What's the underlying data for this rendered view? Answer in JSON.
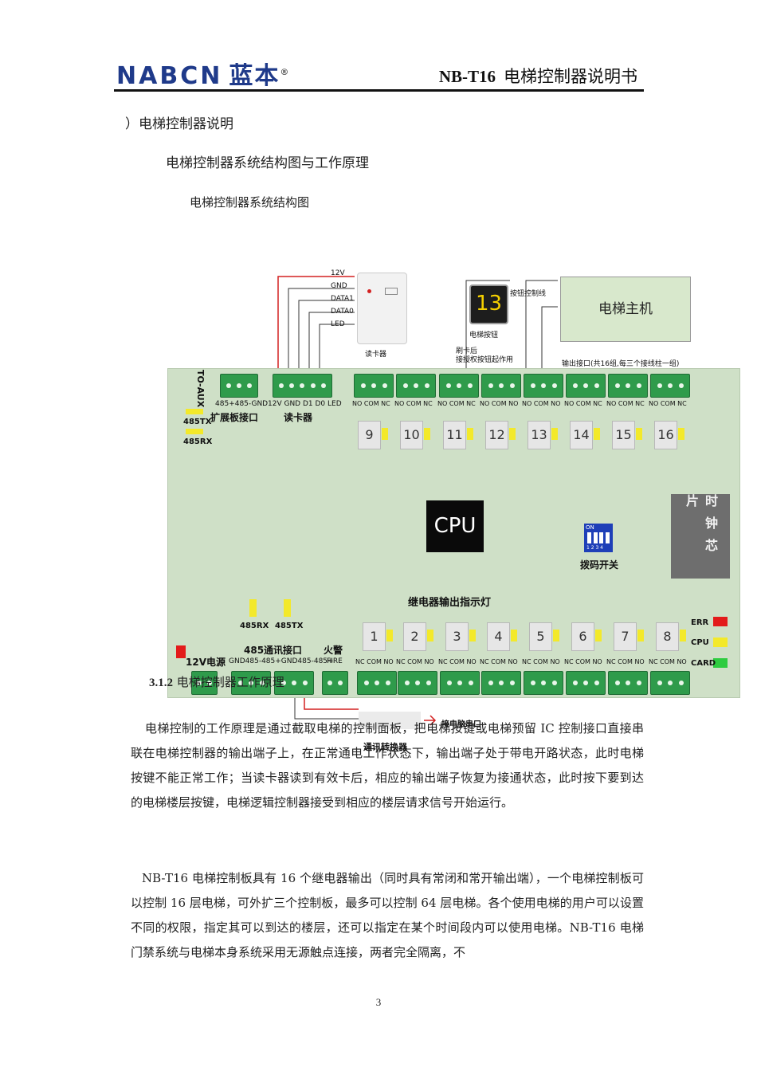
{
  "header": {
    "logo_text": "NABCN",
    "logo_cn": "蓝本",
    "logo_mark": "®",
    "doc_model": "NB-T16",
    "doc_title": "电梯控制器说明书"
  },
  "headings": {
    "h1": "）电梯控制器说明",
    "h2": "电梯控制器系统结构图与工作原理",
    "h3": "电梯控制器系统结构图"
  },
  "diagram": {
    "reader_wires": [
      "12V",
      "GND",
      "DATA1",
      "DATA0",
      "LED"
    ],
    "reader_label": "读卡器",
    "button_number": "13",
    "button_label": "电梯按钮",
    "button_wire_label": "按钮控制线",
    "swipe_note_1": "刷卡后",
    "swipe_note_2": "接授权按钮起作用",
    "host_label": "电梯主机",
    "output_note": "输出接口(共16组,每三个接线柱一组)",
    "to_aux": "TO-AUX",
    "tx_label": "485TX",
    "rx_label": "485RX",
    "ext_pins": "485+485-GND",
    "ext_label": "扩展板接口",
    "reader_pins": "12V GND D1 D0 LED",
    "reader_port_label": "读卡器",
    "upper_pins": [
      "NO COM NC",
      "NO COM NC",
      "NO COM NC",
      "NO COM NO",
      "NO COM NO",
      "NO COM NC",
      "NO COM NC",
      "NO COM NC"
    ],
    "upper_relays": [
      "9",
      "10",
      "11",
      "12",
      "13",
      "14",
      "15",
      "16"
    ],
    "cpu_label": "CPU",
    "dip_label": "拨码开关",
    "dip_on": "ON",
    "dip_nums": "1 2 3 4",
    "clock_label": "时钟芯片",
    "indicator_label": "继电器输出指示灯",
    "lower_relays": [
      "1",
      "2",
      "3",
      "4",
      "5",
      "6",
      "7",
      "8"
    ],
    "lower_pins": [
      "NC COM NO",
      "NC COM NO",
      "NC COM NO",
      "NC COM NO",
      "NC COM NO",
      "NC COM NO",
      "NC COM NO",
      "NC COM NO"
    ],
    "status_leds": [
      "ERR",
      "CPU",
      "CARD"
    ],
    "status_colors": [
      "#e31b1b",
      "#f3e92a",
      "#2ecc40"
    ],
    "rx2_label": "485RX",
    "tx2_label": "485TX",
    "comm_label": "485通讯接口",
    "comm_pins": "GND485-485+GND485-485+",
    "fire_label": "火警",
    "fire_pins": "FIRE",
    "power_label": "12V电源",
    "converter_label": "通讯转换器",
    "pc_label": "接电脑串口",
    "sec_num": "3.1.2",
    "sec_title": "电梯控制器工作原理"
  },
  "paragraphs": {
    "p1": "电梯控制的工作原理是通过截取电梯的控制面板，把电梯按键或电梯预留 IC 控制接口直接串联在电梯控制器的输出端子上，在正常通电工作状态下，输出端子处于带电开路状态，此时电梯按键不能正常工作；当读卡器读到有效卡后，相应的输出端子恢复为接通状态，此时按下要到达的电梯楼层按键，电梯逻辑控制器接受到相应的楼层请求信号开始运行。",
    "p2": "NB-T16 电梯控制板具有 16 个继电器输出（同时具有常闭和常开输出端），一个电梯控制板可以控制 16 层电梯，可外扩三个控制板，最多可以控制 64 层电梯。各个使用电梯的用户可以设置不同的权限，指定其可以到达的楼层，还可以指定在某个时间段内可以使用电梯。NB-T16 电梯门禁系统与电梯本身系统采用无源触点连接，两者完全隔离，不"
  },
  "page_number": "3"
}
